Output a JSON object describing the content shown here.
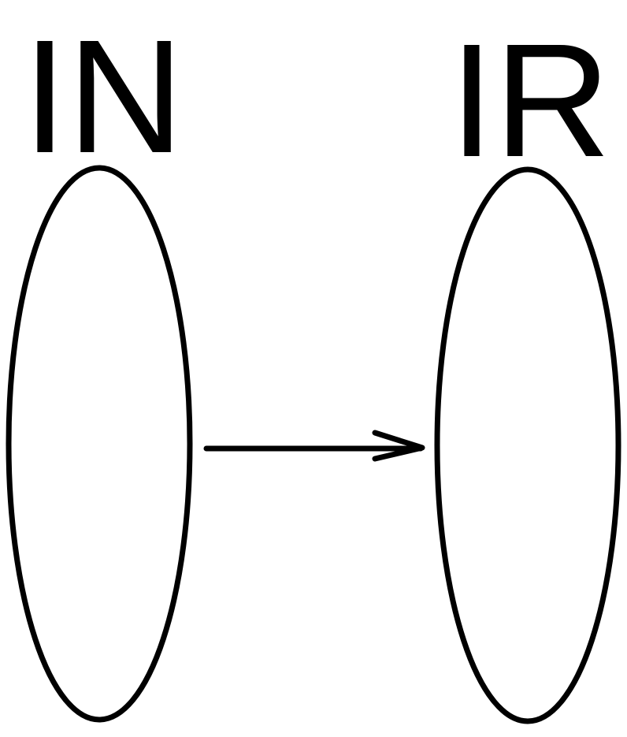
{
  "diagram": {
    "left_set": {
      "label": "IN"
    },
    "right_set": {
      "label": "IR"
    },
    "colors": {
      "stroke": "#000000",
      "background": "#ffffff"
    },
    "edges": [
      {
        "from": "IN",
        "to": "IR",
        "style": "open-arrowhead"
      }
    ]
  }
}
